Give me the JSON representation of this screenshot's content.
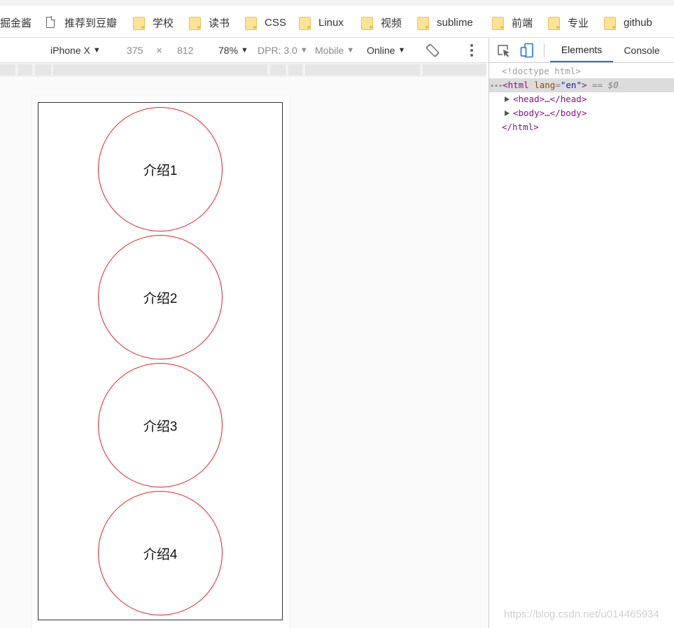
{
  "bookmarks": {
    "items": [
      {
        "label": "掘金酱",
        "icon": "none"
      },
      {
        "label": "推荐到豆瓣",
        "icon": "page-icon"
      },
      {
        "label": "学校",
        "icon": "folder-icon"
      },
      {
        "label": "读书",
        "icon": "folder-icon"
      },
      {
        "label": "CSS",
        "icon": "folder-icon"
      },
      {
        "label": "Linux",
        "icon": "folder-icon"
      },
      {
        "label": "视频",
        "icon": "folder-icon"
      },
      {
        "label": "sublime",
        "icon": "folder-icon"
      },
      {
        "label": "前端",
        "icon": "folder-icon"
      },
      {
        "label": "专业",
        "icon": "folder-icon"
      },
      {
        "label": "github",
        "icon": "folder-icon"
      }
    ]
  },
  "device_toolbar": {
    "device": "iPhone X",
    "width": "375",
    "times": "×",
    "height": "812",
    "zoom": "78%",
    "dpr": "DPR: 3.0",
    "mode": "Mobile",
    "network": "Online"
  },
  "page": {
    "items": [
      "介绍1",
      "介绍2",
      "介绍3",
      "介绍4"
    ],
    "circle_border_color": "#e32121"
  },
  "devtools": {
    "tabs": [
      "Elements",
      "Console"
    ],
    "active_tab": "Elements",
    "dom": {
      "doctype": "<!doctype html>",
      "ellipsis": "•••",
      "html_open": "<html",
      "lang_attr": "lang",
      "lang_value": "\"en\"",
      "html_close_bracket": ">",
      "selected_marker": "== $0",
      "head": "<head>…</head>",
      "body": "<body>…</body>",
      "html_end": "</html>"
    }
  },
  "watermark": "https://blog.csdn.net/u014465934"
}
